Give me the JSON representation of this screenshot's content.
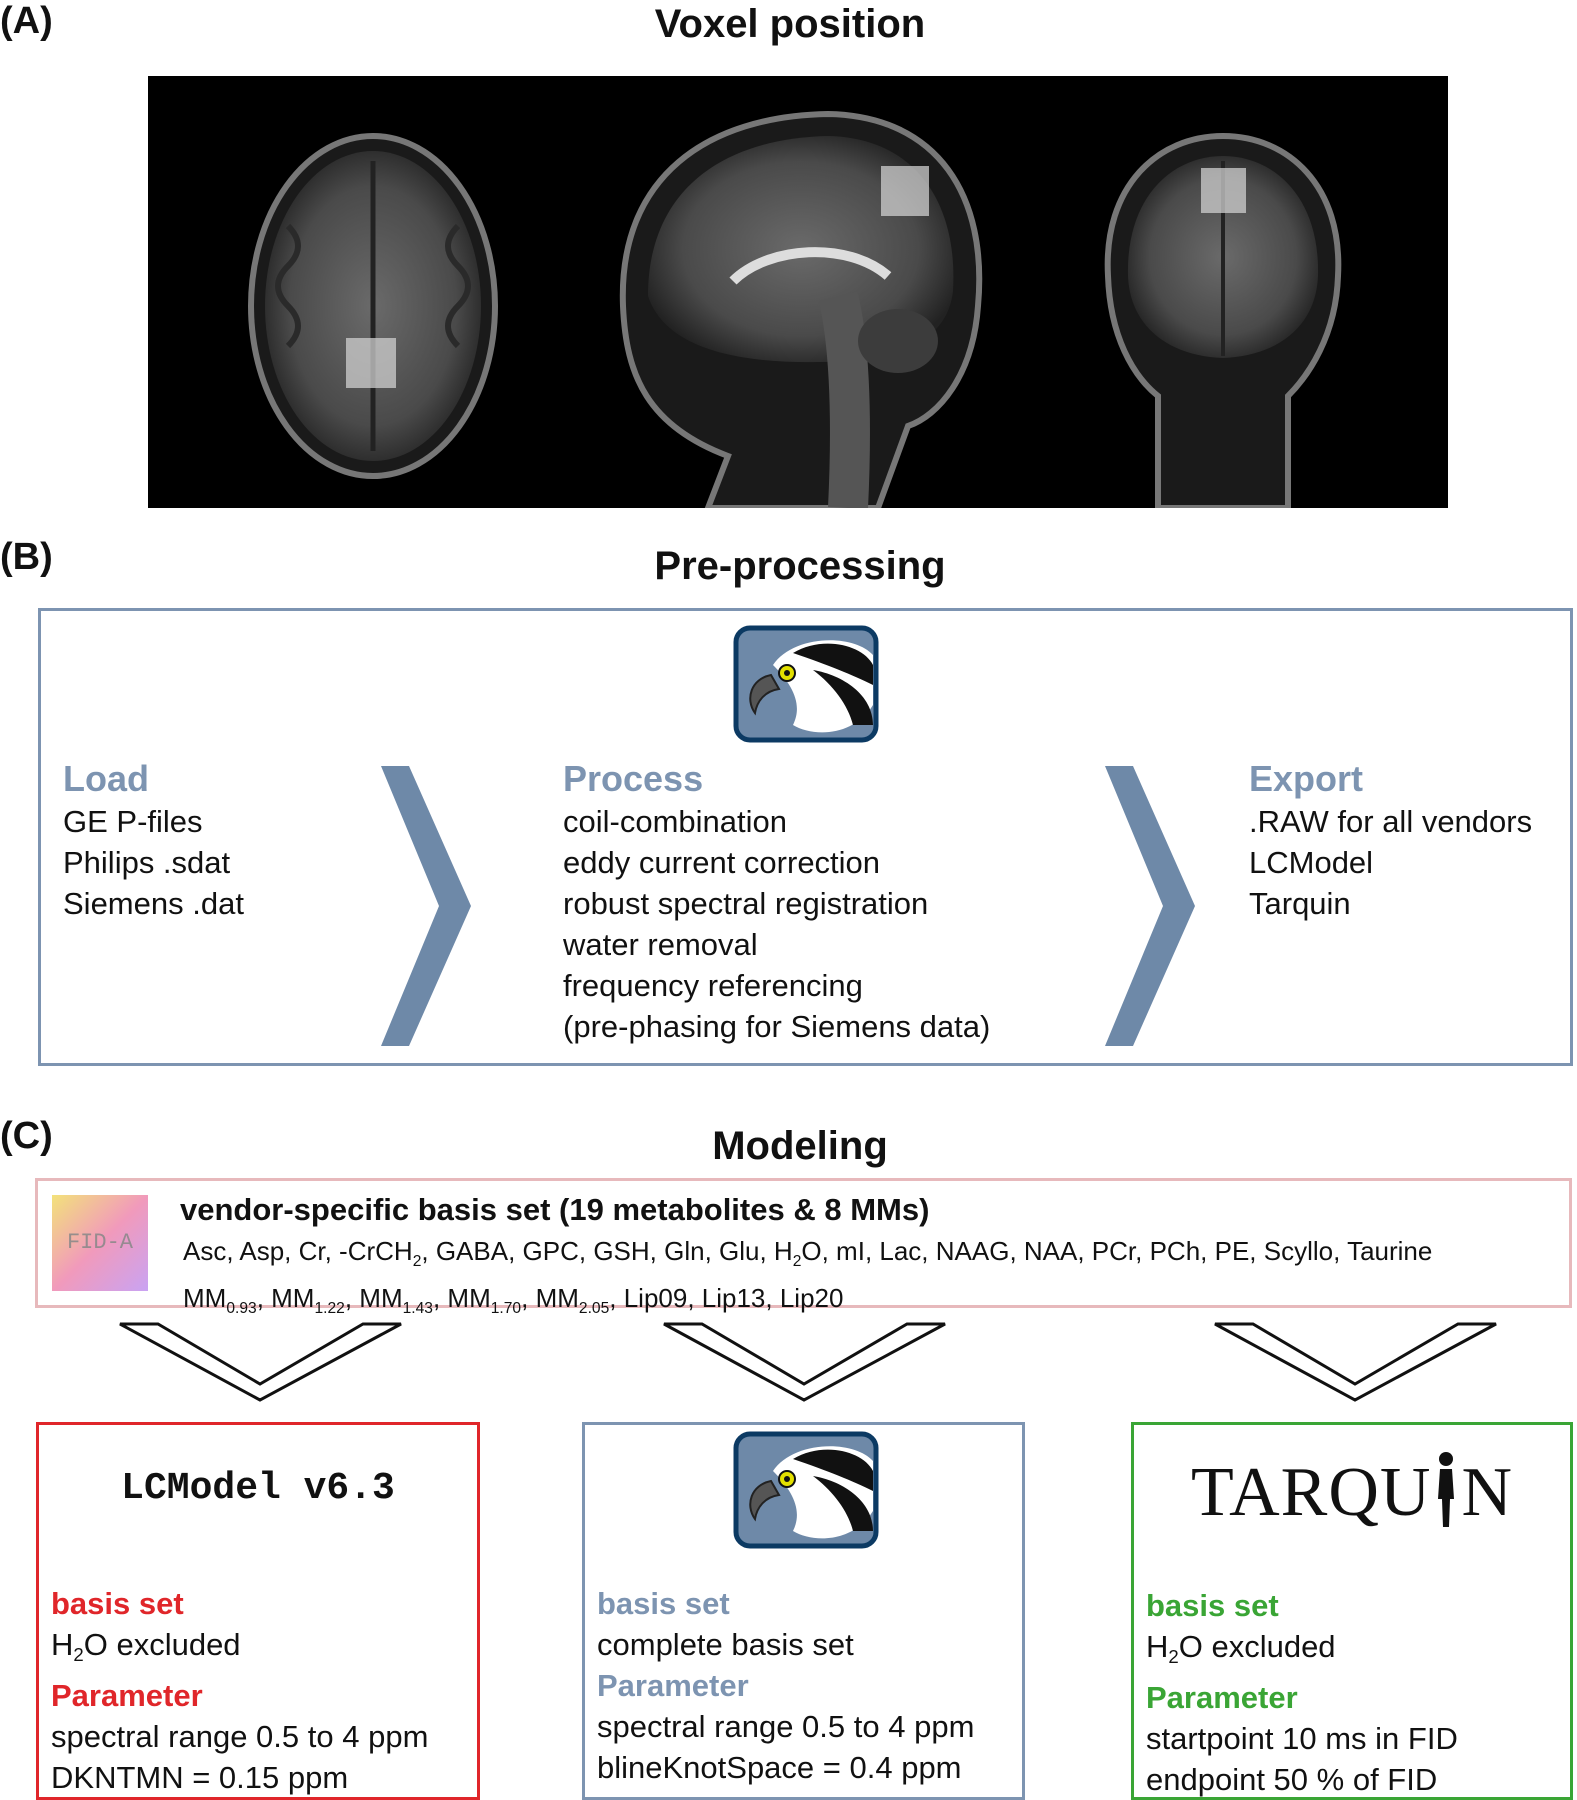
{
  "panel_a": {
    "label": "(A)",
    "title": "Voxel position"
  },
  "panel_b": {
    "label": "(B)",
    "title": "Pre-processing",
    "load": {
      "heading": "Load",
      "items": [
        "GE P-files",
        "Philips .sdat",
        "Siemens .dat"
      ]
    },
    "process": {
      "heading": "Process",
      "items": [
        "coil-combination",
        "eddy current correction",
        "robust spectral registration",
        "water removal",
        "frequency referencing",
        "(pre-phasing for Siemens data)"
      ]
    },
    "export": {
      "heading": "Export",
      "items": [
        ".RAW for all vendors",
        "LCModel",
        "Tarquin"
      ]
    }
  },
  "panel_c": {
    "label": "(C)",
    "title": "Modeling",
    "basis": {
      "fida_logo": "FID-A",
      "heading": "vendor-specific basis set (19 metabolites & 8 MMs)",
      "line1_a": "Asc, Asp, Cr, -CrCH",
      "line1_sub": "2",
      "line1_b": ", GABA, GPC, GSH, Gln, Glu, H",
      "line1_sub2": "2",
      "line1_c": "O, mI, Lac, NAAG, NAA, PCr, PCh, PE, Scyllo, Taurine",
      "mm": [
        {
          "base": "MM",
          "sub": "0.93"
        },
        {
          "base": "MM",
          "sub": "1.22"
        },
        {
          "base": "MM",
          "sub": "1.43"
        },
        {
          "base": "MM",
          "sub": "1.70"
        },
        {
          "base": "MM",
          "sub": "2.05"
        }
      ],
      "lipids": "Lip09, Lip13, Lip20"
    },
    "lcmodel": {
      "logo": "LCModel v6.3",
      "basis_heading": "basis set",
      "basis_a": "H",
      "basis_sub": "2",
      "basis_b": "O excluded",
      "param_heading": "Parameter",
      "param_1": "spectral range 0.5 to 4 ppm",
      "param_2": "DKNTMN = 0.15 ppm"
    },
    "osprey": {
      "basis_heading": "basis set",
      "basis": "complete basis set",
      "param_heading": "Parameter",
      "param_1": "spectral range 0.5 to 4 ppm",
      "param_2": "blineKnotSpace = 0.4 ppm"
    },
    "tarquin": {
      "logo_a": "TARQU",
      "logo_b": "N",
      "basis_heading": "basis set",
      "basis_a": "H",
      "basis_sub": "2",
      "basis_b": "O excluded",
      "param_heading": "Parameter",
      "param_1": "startpoint 10 ms in FID",
      "param_2": "endpoint 50 % of FID"
    }
  },
  "colors": {
    "blue": "#7d94b1",
    "red": "#e0262a",
    "green": "#3aa535",
    "pink_border": "#e7b9bc"
  },
  "icons": [
    "osprey-bird-logo-icon",
    "fida-logo-icon",
    "tarquin-figure-icon",
    "chevron-right-icon",
    "chevron-down-icon",
    "mri-axial-slice",
    "mri-sagittal-slice",
    "mri-coronal-slice"
  ]
}
